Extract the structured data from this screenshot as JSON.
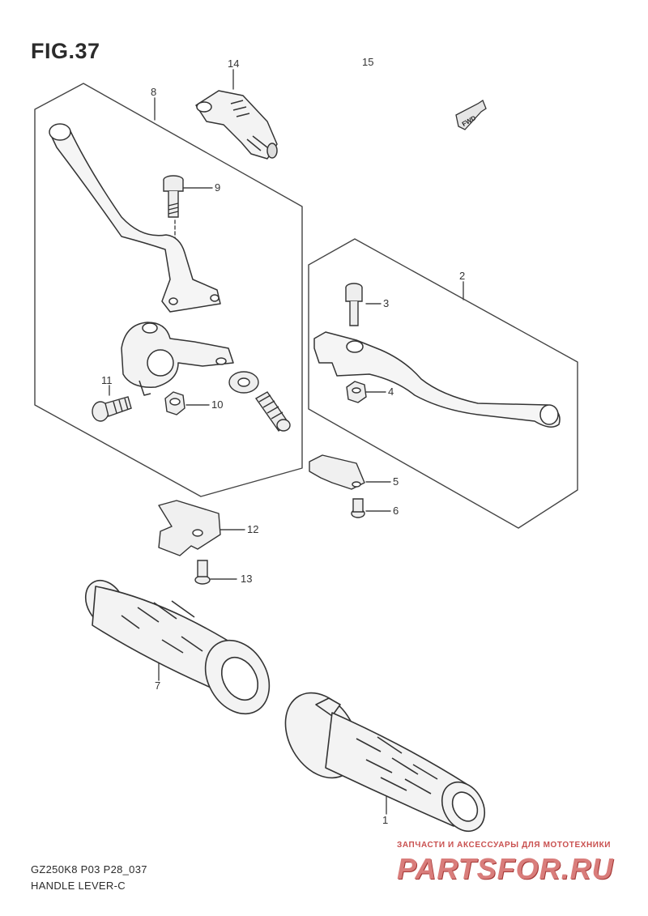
{
  "figure": {
    "title": "FIG.37"
  },
  "callouts": {
    "c1": "1",
    "c2": "2",
    "c3": "3",
    "c4": "4",
    "c5": "5",
    "c6": "6",
    "c7": "7",
    "c8": "8",
    "c9": "9",
    "c10": "10",
    "c11": "11",
    "c12": "12",
    "c13": "13",
    "c14": "14",
    "c15": "15"
  },
  "direction_badge": "FWD",
  "footer": {
    "model_code": "GZ250K8 P03 P28_037",
    "caption": "HANDLE LEVER-C"
  },
  "watermark": {
    "tagline": "ЗАПЧАСТИ И АКСЕССУАРЫ ДЛЯ МОТОТЕХНИКИ",
    "logo": "PARTSFOR.RU"
  }
}
